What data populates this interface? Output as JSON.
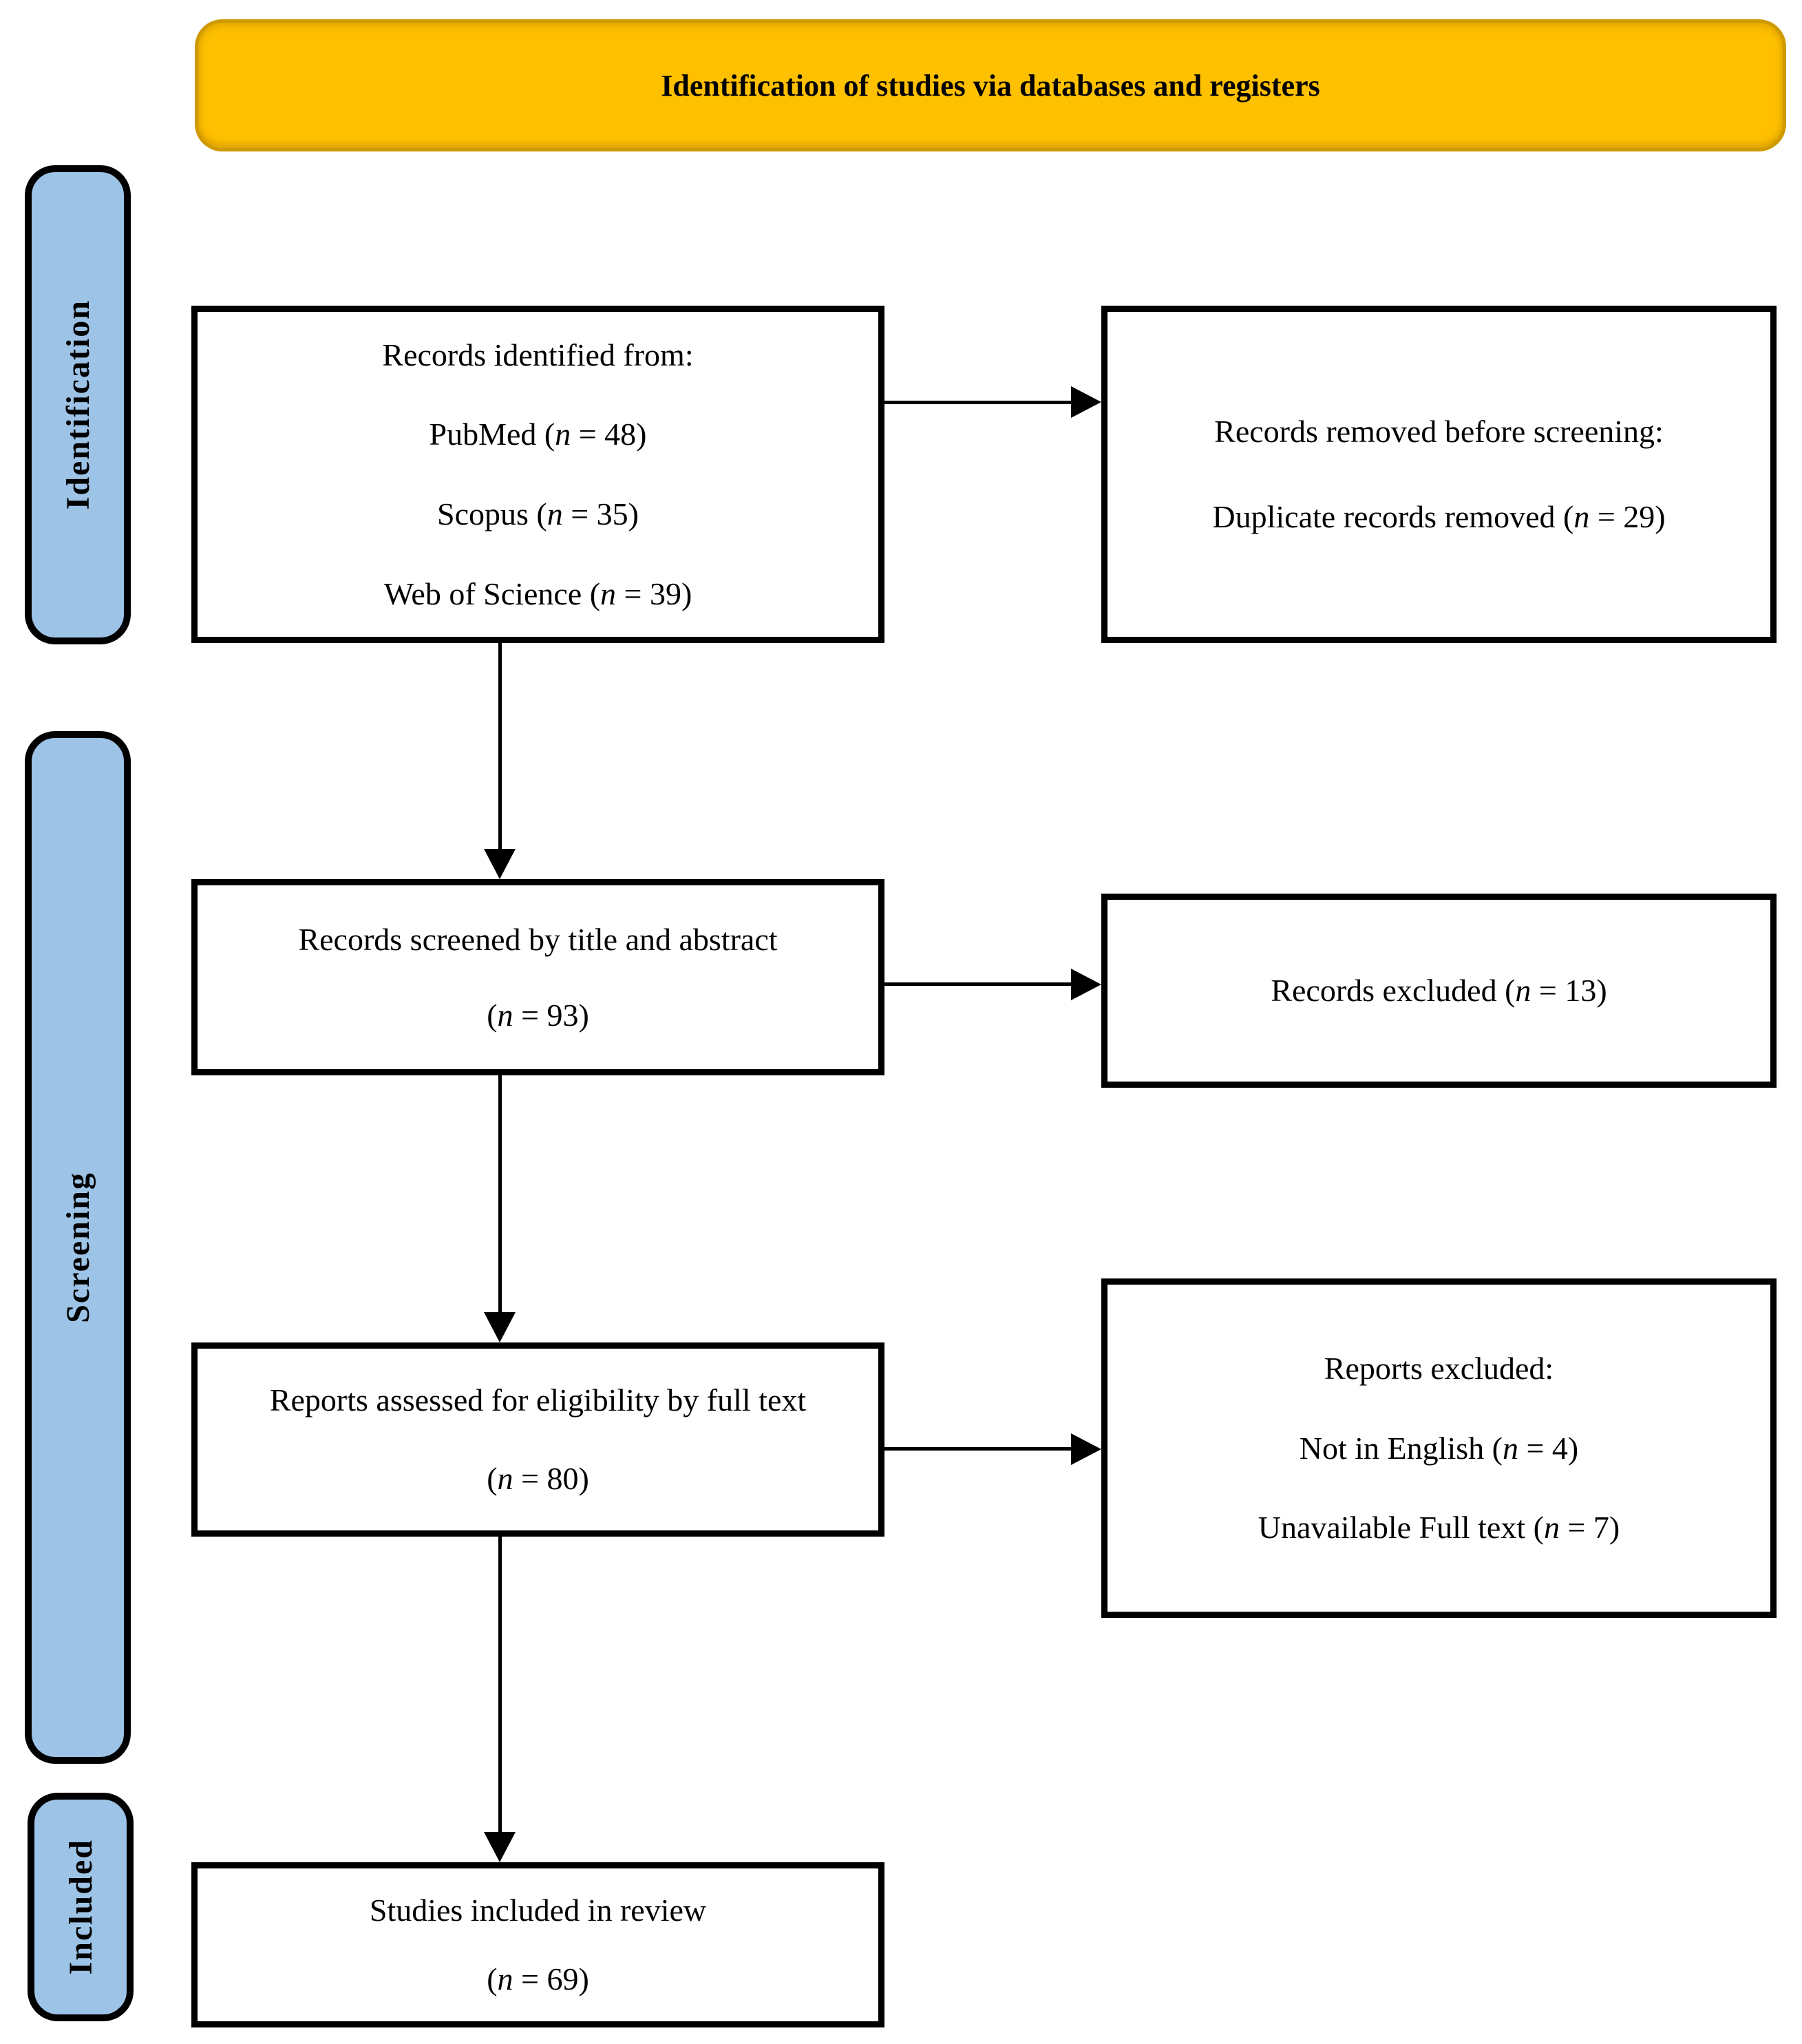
{
  "banner": {
    "title": "Identification of studies via databases and registers"
  },
  "stages": [
    {
      "label": "Identification"
    },
    {
      "label": "Screening"
    },
    {
      "label": "Included"
    }
  ],
  "boxes": {
    "records_identified": {
      "lines": [
        "Records identified from:",
        "PubMed (n = 48)",
        "Scopus (n = 35)",
        "Web of Science (n = 39)"
      ]
    },
    "records_removed": {
      "lines": [
        "Records removed before screening:",
        "Duplicate records removed (n = 29)"
      ]
    },
    "records_screened": {
      "lines": [
        "Records screened by title and abstract",
        "(n = 93)"
      ]
    },
    "records_excluded": {
      "lines": [
        "Records excluded (n = 13)"
      ]
    },
    "reports_assessed": {
      "lines": [
        "Reports assessed for eligibility by full text",
        "(n = 80)"
      ]
    },
    "reports_excluded": {
      "lines": [
        "Reports excluded:",
        "Not in English (n = 4)",
        "Unavailable Full text (n = 7)"
      ]
    },
    "studies_included": {
      "lines": [
        "Studies included in review",
        "(n = 69)"
      ]
    }
  },
  "counts": {
    "pubmed": 48,
    "scopus": 35,
    "web_of_science": 39,
    "duplicate_records_removed": 29,
    "records_screened": 93,
    "records_excluded": 13,
    "reports_assessed_full_text": 80,
    "not_in_english": 4,
    "unavailable_full_text": 7,
    "studies_included_in_review": 69
  },
  "colors": {
    "banner_fill": "#FFC000",
    "banner_border": "#CE9A00",
    "stage_fill": "#9DC3E6",
    "line": "#000000"
  }
}
